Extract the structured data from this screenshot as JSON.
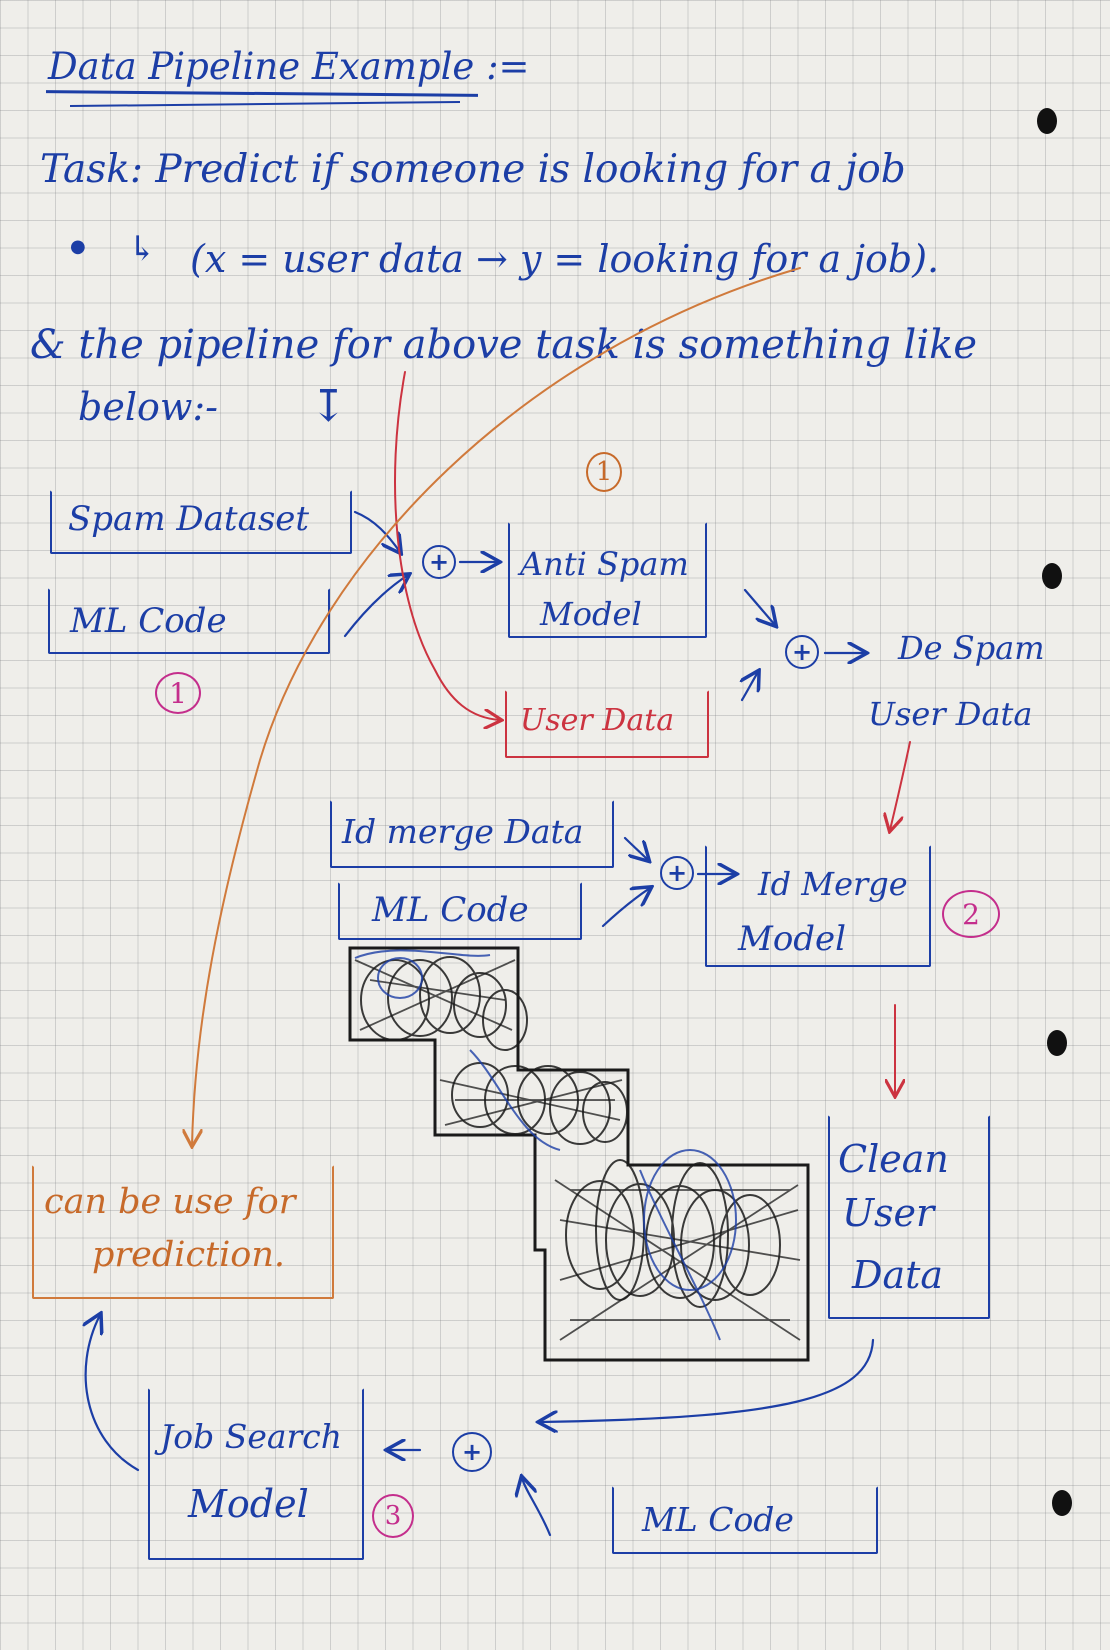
{
  "title": "Data Pipeline Example :=",
  "task_line": "Task: Predict if someone is looking for a job",
  "task_formula": "(x = user data → y = looking for a job).",
  "pipeline_intro_1": "& the pipeline for above task is something like",
  "pipeline_intro_2": "below:-",
  "stage1": {
    "number": "1",
    "dataset_label": "Spam Dataset",
    "code_label": "ML Code",
    "code_number": "1",
    "model_label_1": "Anti Spam",
    "model_label_2": "Model",
    "user_data_label": "User Data",
    "output_label_1": "De Spam",
    "output_label_2": "User Data"
  },
  "stage2": {
    "number": "2",
    "dataset_label": "Id merge Data",
    "code_label": "ML Code",
    "model_label_1": "Id Merge",
    "model_label_2": "Model",
    "output_label_1": "Clean",
    "output_label_2": "User",
    "output_label_3": "Data"
  },
  "stage3": {
    "number": "3",
    "code_label": "ML Code",
    "model_label_1": "Job Search",
    "model_label_2": "Model",
    "prediction_label_1": "can be use for",
    "prediction_label_2": "prediction."
  },
  "plus_symbol": "+",
  "colors": {
    "ink_blue": "#1c3ea6",
    "ink_red": "#cc3340",
    "ink_orange": "#d07a3c",
    "ink_magenta": "#c42e8c",
    "ink_black": "#1a1a1a",
    "paper": "#efeeea"
  }
}
